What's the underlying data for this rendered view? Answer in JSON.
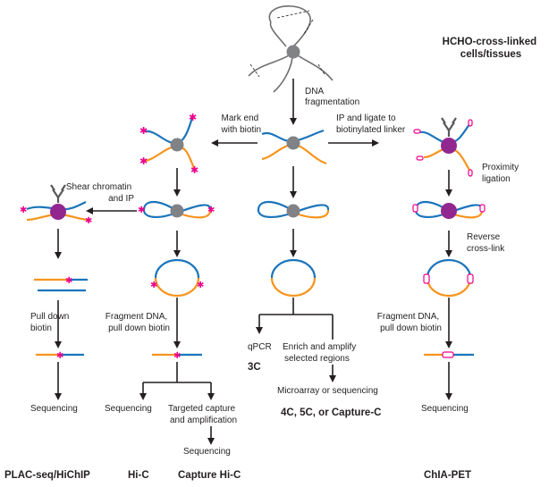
{
  "labels": {
    "title": [
      "HCHO-cross-linked",
      "cells/tissues"
    ],
    "dna_fragmentation": [
      "DNA",
      "fragmentation"
    ],
    "mark_end": [
      "Mark end",
      "with biotin"
    ],
    "ip_ligate": [
      "IP and ligate to",
      "biotinylated linker"
    ],
    "proximity": [
      "Proximity",
      "ligation"
    ],
    "shear": [
      "Shear chromatin",
      "and IP"
    ],
    "reverse": [
      "Reverse",
      "cross-link"
    ],
    "pull_down": [
      "Pull down",
      "biotin"
    ],
    "fragment_hic": [
      "Fragment DNA,",
      "pull down biotin"
    ],
    "fragment_chia": [
      "Fragment DNA,",
      "pull down biotin"
    ],
    "qpcr": "qPCR",
    "enrich": [
      "Enrich and amplify",
      "selected regions"
    ],
    "microarray": "Microarray or sequencing",
    "seq_plac": "Sequencing",
    "seq_hic": "Sequencing",
    "targeted": [
      "Targeted capture",
      "and amplification"
    ],
    "seq_capture": "Sequencing",
    "seq_chia": "Sequencing"
  },
  "methods": {
    "three_c": "3C",
    "four_c": "4C, 5C, or Capture-C",
    "plac": "PLAC-seq/HiChIP",
    "hic": "Hi-C",
    "capture_hic": "Capture Hi-C",
    "chia": "ChIA-PET"
  },
  "colors": {
    "strand_a": "#1b75bb",
    "strand_b": "#f7941d",
    "protein_gray": "#808285",
    "protein_ip": "#92278f",
    "biotin": "#ec008c",
    "text": "#231f20"
  },
  "icons": [
    "protein-complex-icon",
    "antibody-icon",
    "biotin-icon",
    "linker-icon"
  ]
}
